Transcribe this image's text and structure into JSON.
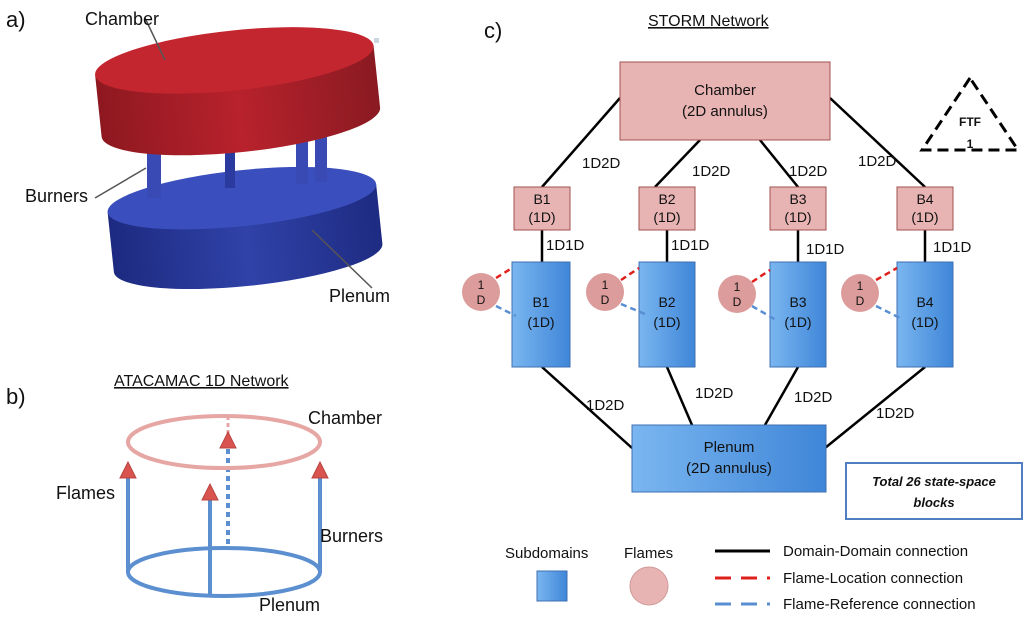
{
  "panels": {
    "a": {
      "label": "a)",
      "chamber": "Chamber",
      "burners": "Burners",
      "plenum": "Plenum",
      "colors": {
        "chamber": "#b3202b",
        "plenum": "#2b3a9e"
      }
    },
    "b": {
      "label": "b)",
      "title": "ATACAMAC 1D Network",
      "chamber": "Chamber",
      "flames": "Flames",
      "burners": "Burners",
      "plenum": "Plenum",
      "colors": {
        "chamber": "#e6a6a4",
        "plenum": "#5b8fd0"
      }
    },
    "c": {
      "label": "c)",
      "title": "STORM Network",
      "chamber": {
        "line1": "Chamber",
        "line2": "(2D annulus)"
      },
      "plenum": {
        "line1": "Plenum",
        "line2": "(2D annulus)"
      },
      "ftf": {
        "line1": "FTF",
        "line2": "1"
      },
      "chamber_links": [
        "1D2D",
        "1D2D",
        "1D2D",
        "1D2D"
      ],
      "plenum_links": [
        "1D2D",
        "1D2D",
        "1D2D",
        "1D2D"
      ],
      "upper_blocks": [
        {
          "name": "B1",
          "dim": "(1D)"
        },
        {
          "name": "B2",
          "dim": "(1D)"
        },
        {
          "name": "B3",
          "dim": "(1D)"
        },
        {
          "name": "B4",
          "dim": "(1D)"
        }
      ],
      "mid_links": [
        "1D1D",
        "1D1D",
        "1D1D",
        "1D1D"
      ],
      "lower_blocks": [
        {
          "name": "B1",
          "dim": "(1D)"
        },
        {
          "name": "B2",
          "dim": "(1D)"
        },
        {
          "name": "B3",
          "dim": "(1D)"
        },
        {
          "name": "B4",
          "dim": "(1D)"
        }
      ],
      "flames": [
        {
          "line1": "1",
          "line2": "D"
        },
        {
          "line1": "1",
          "line2": "D"
        },
        {
          "line1": "1",
          "line2": "D"
        },
        {
          "line1": "1",
          "line2": "D"
        }
      ],
      "total_box": {
        "line1": "Total 26 state-space",
        "line2": "blocks"
      },
      "legend": {
        "subdomains": "Subdomains",
        "flames": "Flames",
        "domain_domain": "Domain-Domain connection",
        "flame_location": "Flame-Location connection",
        "flame_reference": "Flame-Reference connection"
      },
      "colors": {
        "pink_fill": "#e8b4b3",
        "pink_stroke": "#a0524f",
        "blue_fill": "#5ea2e6",
        "blue_stroke": "#3f6fb0",
        "circle_fill": "#dc9c9b",
        "location": "#e0201c",
        "reference": "#5a8ed2",
        "total_border": "#4f7fc0"
      }
    }
  }
}
